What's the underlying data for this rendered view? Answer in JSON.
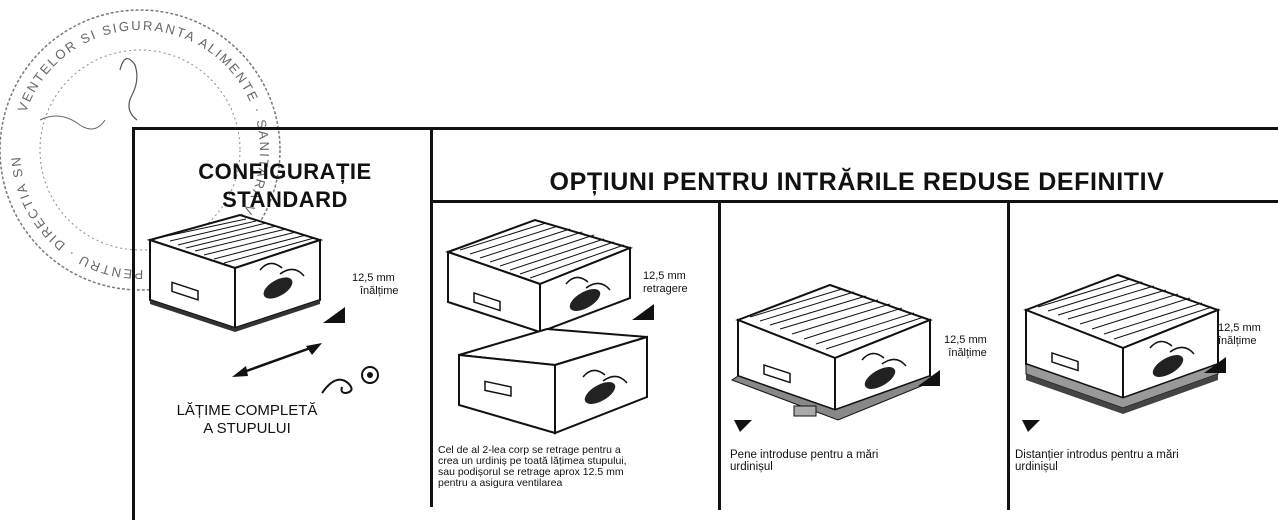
{
  "stamp": {
    "ring_texts": [
      "VENTELOR SI SIGURANTA ALIMENTE",
      "SANITARA VETERINARA SI PENTRU",
      "DIRECTIA SN"
    ]
  },
  "standard": {
    "title_line1": "CONFIGURAȚIE",
    "title_line2": "STANDARD",
    "measure_line1": "12,5 mm",
    "measure_line2": "înălțime",
    "caption_line1": "LĂȚIME COMPLETĂ",
    "caption_line2": "A STUPULUI"
  },
  "options": {
    "title": "OPȚIUNI PENTRU INTRĂRILE REDUSE DEFINITIV",
    "panels": [
      {
        "measure_line1": "12,5 mm",
        "measure_line2": "retragere",
        "caption_lines": [
          "Cel de al 2-lea corp se retrage pentru a",
          "crea un urdiniș pe toată lățimea stupului,",
          "sau podișorul se retrage aprox 12.5 mm",
          "pentru a asigura ventilarea"
        ]
      },
      {
        "measure_line1": "12,5 mm",
        "measure_line2": "înălțime",
        "caption_lines": [
          "Pene introduse pentru a mări",
          "urdinișul"
        ]
      },
      {
        "measure_line1": "12,5 mm",
        "measure_line2": "înălțime",
        "caption_lines": [
          "Distanțier introdus pentru a mări",
          "urdinișul"
        ]
      }
    ]
  }
}
